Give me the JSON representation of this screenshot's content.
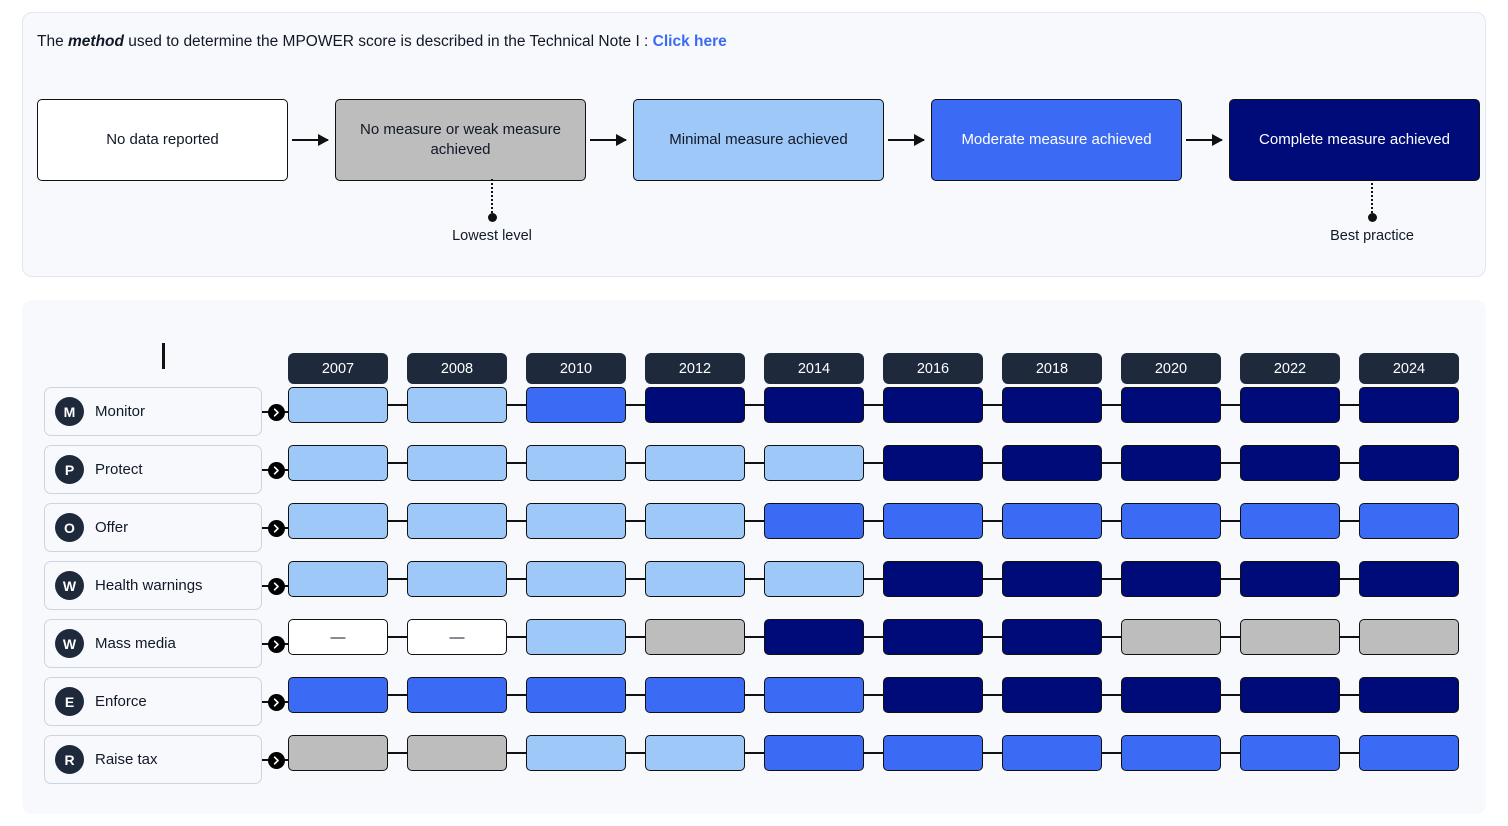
{
  "header": {
    "text_before": "The ",
    "emphasis": "method",
    "text_after": " used to determine the MPOWER score is described in the Technical Note I : ",
    "link_label": "Click here"
  },
  "legend": {
    "items": [
      {
        "label": "No data reported",
        "key": "no_data"
      },
      {
        "label": "No measure or weak measure achieved",
        "key": "no_measure"
      },
      {
        "label": "Minimal measure achieved",
        "key": "minimal"
      },
      {
        "label": "Moderate measure achieved",
        "key": "moderate"
      },
      {
        "label": "Complete measure achieved",
        "key": "complete"
      }
    ],
    "callouts": [
      {
        "label": "Lowest level"
      },
      {
        "label": "Best practice"
      }
    ]
  },
  "colors": {
    "no_data": "#ffffff",
    "no_measure": "#bdbdbd",
    "minimal": "#9ec8f8",
    "moderate": "#3b6bf5",
    "complete": "#000b7a",
    "year_chip": "#1e293b",
    "link": "#3b6bf5",
    "panel_bg": "#f7f9fc"
  },
  "chart_data": {
    "type": "heatmap",
    "title": "",
    "xlabel": "",
    "ylabel": "",
    "legend_position": "top",
    "categories": [
      "2007",
      "2008",
      "2010",
      "2012",
      "2014",
      "2016",
      "2018",
      "2020",
      "2022",
      "2024"
    ],
    "level_labels": {
      "no_data": "No data reported",
      "no_measure": "No measure or weak measure achieved",
      "minimal": "Minimal measure achieved",
      "moderate": "Moderate measure achieved",
      "complete": "Complete measure achieved"
    },
    "series": [
      {
        "badge": "M",
        "name": "Monitor",
        "values": [
          "minimal",
          "minimal",
          "moderate",
          "complete",
          "complete",
          "complete",
          "complete",
          "complete",
          "complete",
          "complete"
        ]
      },
      {
        "badge": "P",
        "name": "Protect",
        "values": [
          "minimal",
          "minimal",
          "minimal",
          "minimal",
          "minimal",
          "complete",
          "complete",
          "complete",
          "complete",
          "complete"
        ]
      },
      {
        "badge": "O",
        "name": "Offer",
        "values": [
          "minimal",
          "minimal",
          "minimal",
          "minimal",
          "moderate",
          "moderate",
          "moderate",
          "moderate",
          "moderate",
          "moderate"
        ]
      },
      {
        "badge": "W",
        "name": "Health warnings",
        "values": [
          "minimal",
          "minimal",
          "minimal",
          "minimal",
          "minimal",
          "complete",
          "complete",
          "complete",
          "complete",
          "complete"
        ]
      },
      {
        "badge": "W",
        "name": "Mass media",
        "values": [
          "no_data",
          "no_data",
          "minimal",
          "no_measure",
          "complete",
          "complete",
          "complete",
          "no_measure",
          "no_measure",
          "no_measure"
        ]
      },
      {
        "badge": "E",
        "name": "Enforce",
        "values": [
          "moderate",
          "moderate",
          "moderate",
          "moderate",
          "moderate",
          "complete",
          "complete",
          "complete",
          "complete",
          "complete"
        ]
      },
      {
        "badge": "R",
        "name": "Raise tax",
        "values": [
          "no_measure",
          "no_measure",
          "minimal",
          "minimal",
          "moderate",
          "moderate",
          "moderate",
          "moderate",
          "moderate",
          "moderate"
        ]
      }
    ],
    "no_data_glyph": "—"
  }
}
